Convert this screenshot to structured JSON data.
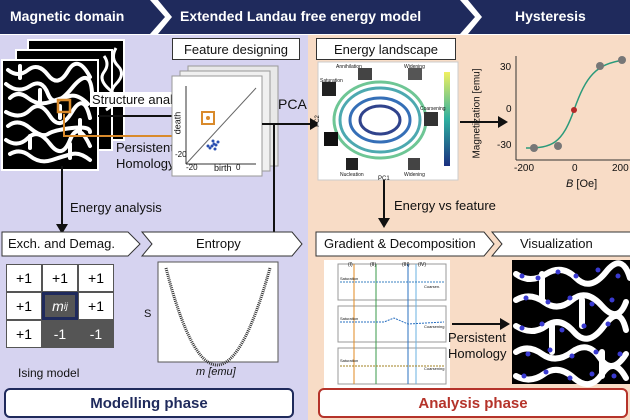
{
  "headers": {
    "magnetic_domain": "Magnetic domain",
    "extended_model": "Extended Landau free energy model",
    "hysteresis": "Hysteresis"
  },
  "panels": {
    "feature_designing": "Feature designing",
    "energy_landscape": "Energy landscape",
    "exch_demag": "Exch. and Demag.",
    "entropy": "Entropy",
    "gradient_decomposition": "Gradient & Decomposition",
    "visualization": "Visualization"
  },
  "arrows": {
    "structure_analysis": "Structure analysis",
    "persistent": "Persistent",
    "homology": "Homology",
    "pca": "PCA",
    "energy_analysis": "Energy analysis",
    "energy_vs_feature": "Energy vs feature",
    "persistent2": "Persistent",
    "homology2": "Homology"
  },
  "ising": {
    "grid": [
      [
        "+1",
        "+1",
        "+1"
      ],
      [
        "+1",
        "m_ij",
        "+1"
      ],
      [
        "+1",
        "-1",
        "-1"
      ]
    ],
    "center_label": "m",
    "center_sub": "ij",
    "caption": "Ising model"
  },
  "entropy_plot": {
    "ylabel": "S",
    "xlabel": "m [emu]"
  },
  "persistence_plot": {
    "xlabel": "birth",
    "ylabel": "death",
    "tick_x": "-20",
    "tick_x2": "0",
    "tick_y": "-20"
  },
  "landscape_plot": {
    "labels": [
      "Annihilation",
      "Widening",
      "Saturation",
      "Coarsening",
      "Nucleation",
      "Widening"
    ],
    "xlabel": "PC1",
    "ylabel": "PC2"
  },
  "hysteresis_plot": {
    "ylabel": "Magnetization [emu]",
    "xlabel_var": "B",
    "xlabel_unit": "[Oe]",
    "xticks": [
      "-200",
      "0",
      "200"
    ],
    "yticks": [
      "30",
      "0",
      "-30"
    ]
  },
  "gradient_plots": {
    "regions": [
      "(I)",
      "(II)",
      "(III)",
      "(IV)"
    ],
    "rows": [
      "Saturation",
      "Saturation",
      "Saturation"
    ],
    "right_labels": [
      "Coarsen.",
      "Coarsening",
      "Coarsening"
    ]
  },
  "phases": {
    "modelling": "Modelling phase",
    "analysis": "Analysis phase"
  },
  "colors": {
    "header_band": "#1f2a5c",
    "left_bg": "#d6d3f0",
    "right_bg": "#f8dcc6",
    "modelling_border": "#1f2a5c",
    "analysis_border": "#b5332a",
    "orange": "#d98a2b"
  }
}
